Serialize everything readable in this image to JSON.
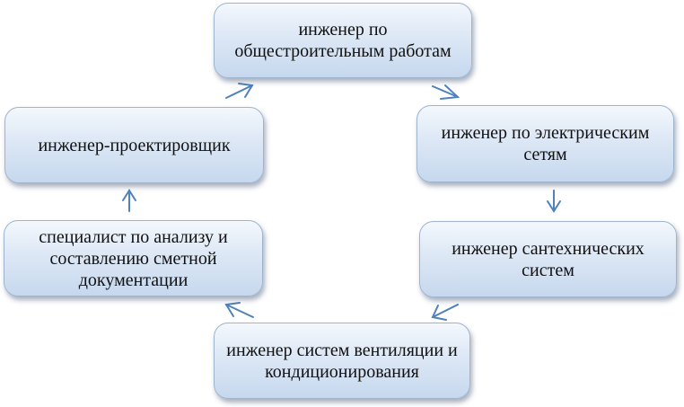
{
  "nodes": [
    {
      "id": "n1",
      "label": "инженер по общестроительным работам"
    },
    {
      "id": "n2",
      "label": "инженер по электрическим сетям"
    },
    {
      "id": "n3",
      "label": "инженер сантехнических систем"
    },
    {
      "id": "n4",
      "label": "инженер систем вентиляции и кондиционирования"
    },
    {
      "id": "n5",
      "label": "специалист по анализу и составлению сметной документации"
    },
    {
      "id": "n6",
      "label": "инженер-проектировщик"
    }
  ],
  "edges": [
    {
      "from": "n1",
      "to": "n2"
    },
    {
      "from": "n2",
      "to": "n3"
    },
    {
      "from": "n3",
      "to": "n4"
    },
    {
      "from": "n4",
      "to": "n5"
    },
    {
      "from": "n5",
      "to": "n6"
    },
    {
      "from": "n6",
      "to": "n1"
    }
  ],
  "colors": {
    "arrow": "#4f81bd",
    "node_border": "#9fb4cf",
    "node_fill_top": "#f4f8fd",
    "node_fill_bottom": "#c6d8ee"
  }
}
